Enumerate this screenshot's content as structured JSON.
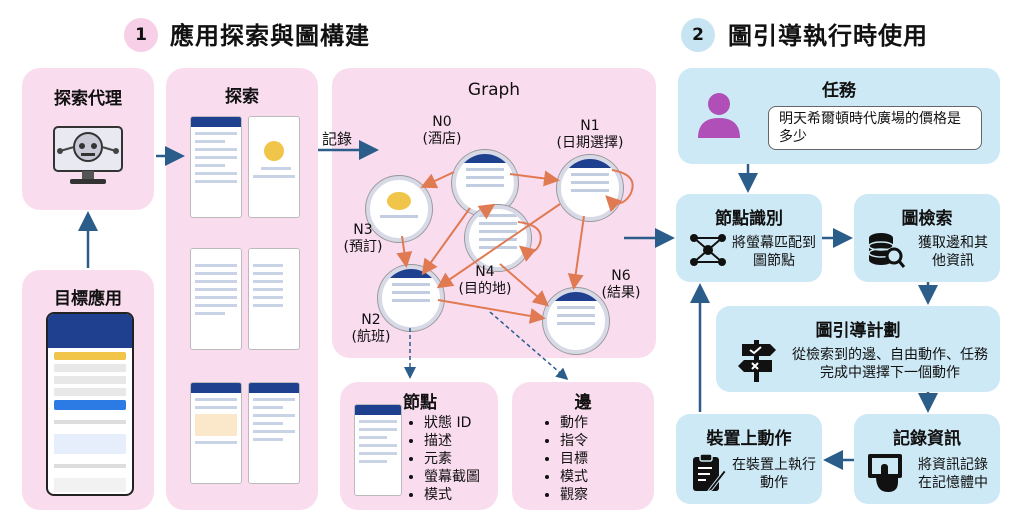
{
  "section1": {
    "number": "1",
    "title": "應用探索與圖構建"
  },
  "section2": {
    "number": "2",
    "title": "圖引導執行時使用"
  },
  "explore_agent": {
    "title": "探索代理"
  },
  "target_app": {
    "title": "目標應用"
  },
  "explore": {
    "title": "探索"
  },
  "record_label": "記錄",
  "graph": {
    "title": "Graph",
    "nodes": [
      {
        "id": "N0",
        "name": "(酒店)"
      },
      {
        "id": "N1",
        "name": "(日期選擇)"
      },
      {
        "id": "N3",
        "name": "(預訂)"
      },
      {
        "id": "N4",
        "name": "(目的地)"
      },
      {
        "id": "N6",
        "name": "(結果)"
      },
      {
        "id": "N2",
        "name": "(航班)"
      }
    ]
  },
  "nodes_box": {
    "title": "節點",
    "items": [
      "狀態 ID",
      "描述",
      "元素",
      "螢幕截圖",
      "模式"
    ]
  },
  "edges_box": {
    "title": "邊",
    "items": [
      "動作",
      "指令",
      "目標",
      "模式",
      "觀察"
    ]
  },
  "task": {
    "title": "任務",
    "text": "明天希爾頓時代廣場的價格是多少"
  },
  "node_id": {
    "title": "節點識別",
    "text": "將螢幕匹配到圖節點"
  },
  "graph_retrieval": {
    "title": "圖檢索",
    "text": "獲取邊和其他資訊"
  },
  "plan": {
    "title": "圖引導計劃",
    "text": "從檢索到的邊、自由動作、任務完成中選擇下一個動作"
  },
  "record_info": {
    "title": "記錄資訊",
    "text": "將資訊記錄在記憶體中"
  },
  "device_action": {
    "title": "裝置上動作",
    "text": "在裝置上執行動作"
  },
  "colors": {
    "pink": "#fadcef",
    "blue": "#cde9f5",
    "arrow_blue": "#2b5d8a",
    "edge_orange": "#e07a52"
  }
}
